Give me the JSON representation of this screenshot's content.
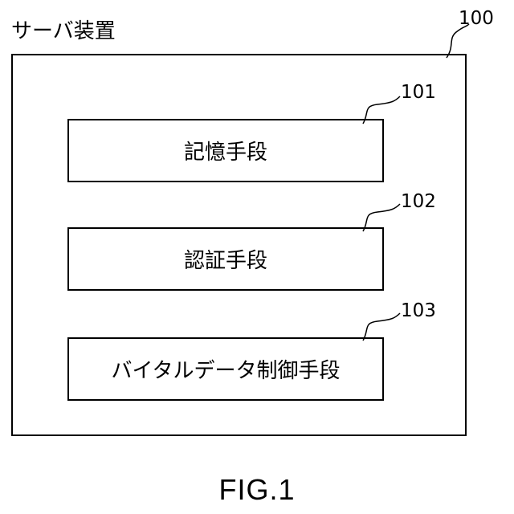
{
  "diagram": {
    "outer": {
      "label": "サーバ装置",
      "ref": "100"
    },
    "blocks": [
      {
        "label": "記憶手段",
        "ref": "101"
      },
      {
        "label": "認証手段",
        "ref": "102"
      },
      {
        "label": "バイタルデータ制御手段",
        "ref": "103"
      }
    ]
  },
  "caption": "FIG.1"
}
